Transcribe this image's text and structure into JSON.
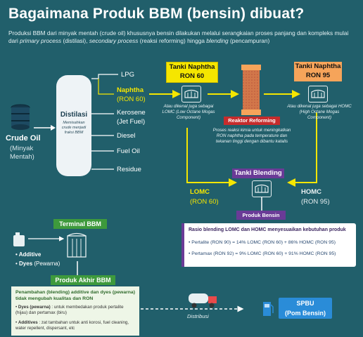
{
  "title": "Bagaimana Produk BBM (bensin) dibuat?",
  "subtitle": {
    "part1": "Produksi BBM dari minyak mentah (crude oil) khususnya bensin dilakukan melalui serangkaian proses panjang dan kompleks mulai dari ",
    "primary": "primary process",
    "part2": " (distilasi), ",
    "secondary": "secondary process",
    "part3": " (reaksi reforming) hingga ",
    "blending": "blending",
    "part4": " (pencampuran)"
  },
  "crude_oil": {
    "label": "Crude Oil",
    "sub": "(Minyak Mentah)"
  },
  "distilasi": {
    "title": "Distilasi",
    "note": "Memisahkan crude menjadi fraksi BBM"
  },
  "fractions": {
    "lpg": "LPG",
    "naphtha": "Naphtha",
    "naphtha_ron": "(RON 60)",
    "kerosene": "Kerosene",
    "kerosene_sub": "(Jet Fuel)",
    "diesel": "Diesel",
    "fuel_oil": "Fuel Oil",
    "residue": "Residue"
  },
  "tank_naphtha_60": {
    "title": "Tanki Naphtha",
    "ron": "RON 60",
    "note": "Atau dikenal juga sebagai LOMC (Low Octane Mogas Component)"
  },
  "reactor": {
    "label": "Reaktor Reforming",
    "note": "Proses reaksi kimia untuk meningkatkan RON naphtha pada temperature dan tekanan tinggi dengan dibantu katalis"
  },
  "tank_naphtha_95": {
    "title": "Tanki Naphtha",
    "ron": "RON 95",
    "note": "Atau dikenal juga sebagai HOMC (High Octane Mogas Component)"
  },
  "tank_blending": {
    "title": "Tanki Blending"
  },
  "lomc": {
    "label": "LOMC",
    "ron": "(RON 60)"
  },
  "homc": {
    "label": "HOMC",
    "ron": "(RON 95)"
  },
  "produk_bensin": "Produk Bensin",
  "blend_panel": {
    "heading": "Rasio blending LOMC dan HOMC menyesuaikan kebutuhan produk",
    "pertalite": "Pertalite (RON 90) = 14% LOMC (RON 60) + 86% HOMC (RON 95)",
    "pertamax": "Pertamax (RON 92) = 9% LOMC (RON 60) + 91% HOMC (RON 95)"
  },
  "terminal": {
    "title": "Terminal BBM"
  },
  "additives": {
    "additive": "Additive",
    "dyes": "Dyes",
    "dyes_sub": "(Pewarna)"
  },
  "produk_akhir": {
    "title": "Produk Akhir BBM",
    "intro": "Penambahan (blending) additive dan dyes (pewarna) tidak mengubah kualitas dan RON",
    "dyes_label": "Dyes (pewarna)",
    "dyes_text": ": untuk membedakan produk pertalite (hijau) dan pertamax (biru)",
    "additives_label": "Additives",
    "additives_text": ": zat tambahan untuk anti korosi, fuel cleaning, water repellent, dispersant, etc"
  },
  "distribusi": "Distribusi",
  "spbu": {
    "title": "SPBU",
    "sub": "(Pom Bensin)"
  },
  "colors": {
    "background": "#215f6b",
    "yellow": "#f5e600",
    "orange": "#f6a45a",
    "purple": "#6a3b97",
    "green": "#3e9a3c",
    "blue": "#2a8cd8",
    "red": "#c62c2c"
  }
}
